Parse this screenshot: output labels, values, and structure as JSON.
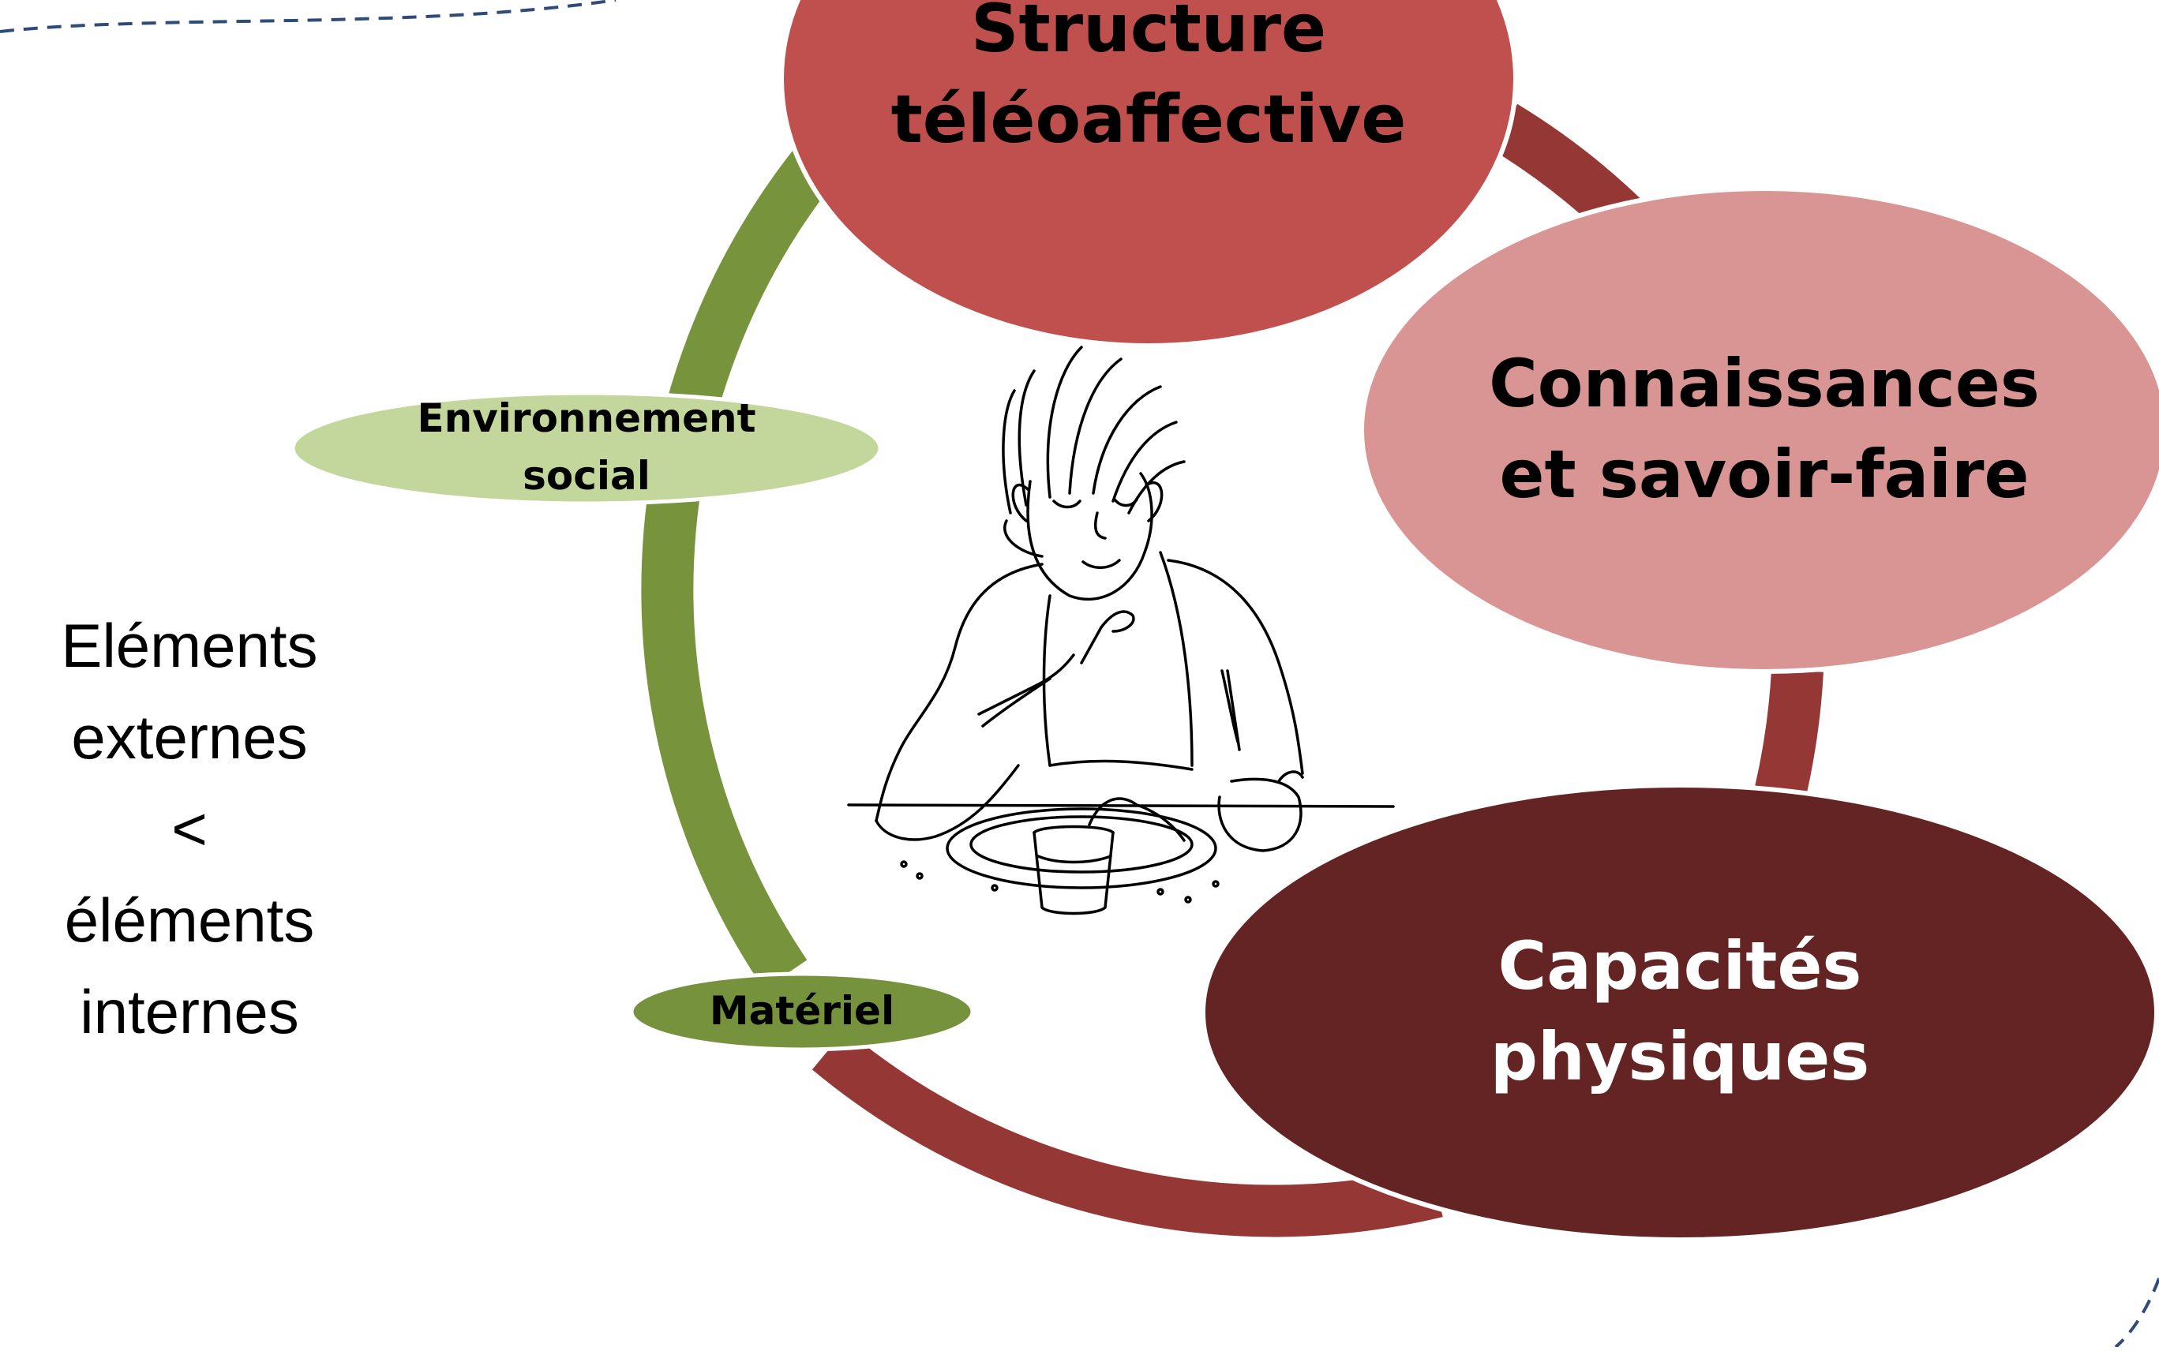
{
  "side_text": {
    "line1": "Eléments",
    "line2": "externes",
    "line3": "<",
    "line4": "éléments",
    "line5": "internes"
  },
  "nodes": {
    "structure": {
      "line1": "Structure",
      "line2": "téléoaffective",
      "color": "#C0504D"
    },
    "connaissances": {
      "line1": "Connaissances",
      "line2": "et savoir-faire",
      "color": "#D99594"
    },
    "capacites": {
      "line1": "Capacités",
      "line2": "physiques",
      "color": "#632423"
    },
    "environnement": {
      "line1": "Environnement",
      "line2": "social",
      "color": "#C3D69B"
    },
    "materiel": {
      "line1": "Matériel",
      "color": "#76923C"
    }
  },
  "colors": {
    "ring_green": "#77933C",
    "ring_red": "#953735",
    "dashed_border": "#2E4B7A"
  },
  "illustration": {
    "icon": "person-eating-drawing"
  }
}
